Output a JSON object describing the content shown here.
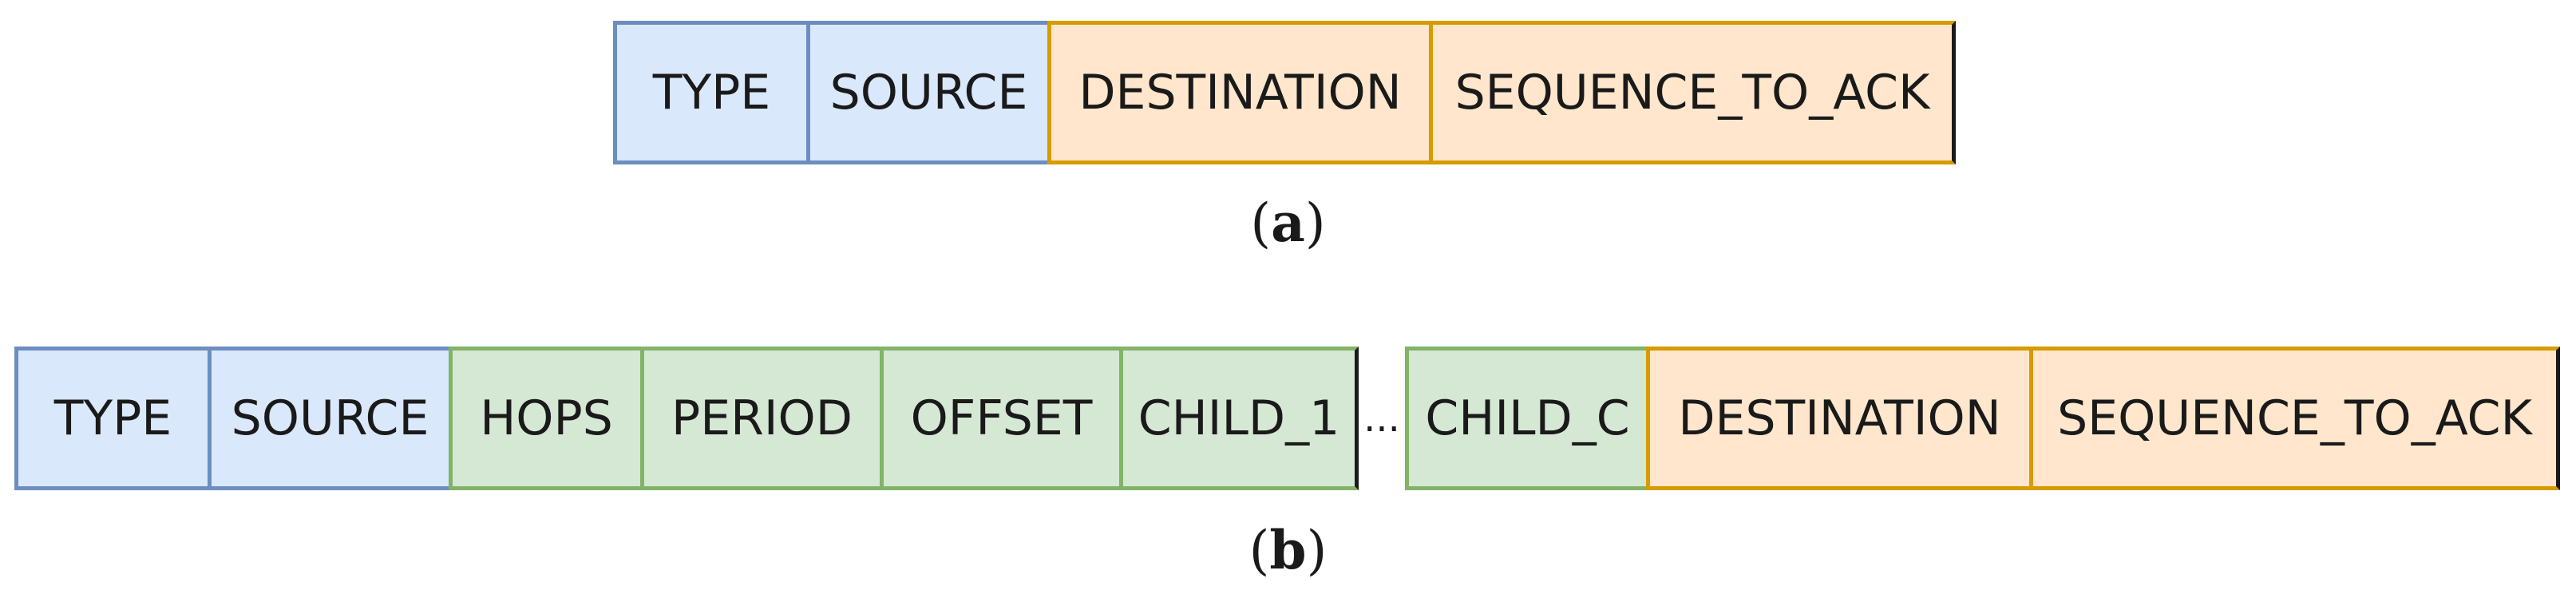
{
  "diagram_a": {
    "fields": [
      "TYPE",
      "SOURCE",
      "DESTINATION",
      "SEQUENCE_TO_ACK"
    ],
    "caption_label": "a"
  },
  "diagram_b": {
    "fields": [
      "TYPE",
      "SOURCE",
      "HOPS",
      "PERIOD",
      "OFFSET",
      "CHILD_1",
      "CHILD_C",
      "DESTINATION",
      "SEQUENCE_TO_ACK"
    ],
    "ellipsis": "...",
    "caption_label": "b"
  },
  "colors": {
    "header_fill": "#dae8fc",
    "header_border": "#6c8ebf",
    "schedule_fill": "#d5e8d4",
    "schedule_border": "#82b366",
    "ack_fill": "#ffe6cc",
    "ack_border": "#d79b00"
  }
}
